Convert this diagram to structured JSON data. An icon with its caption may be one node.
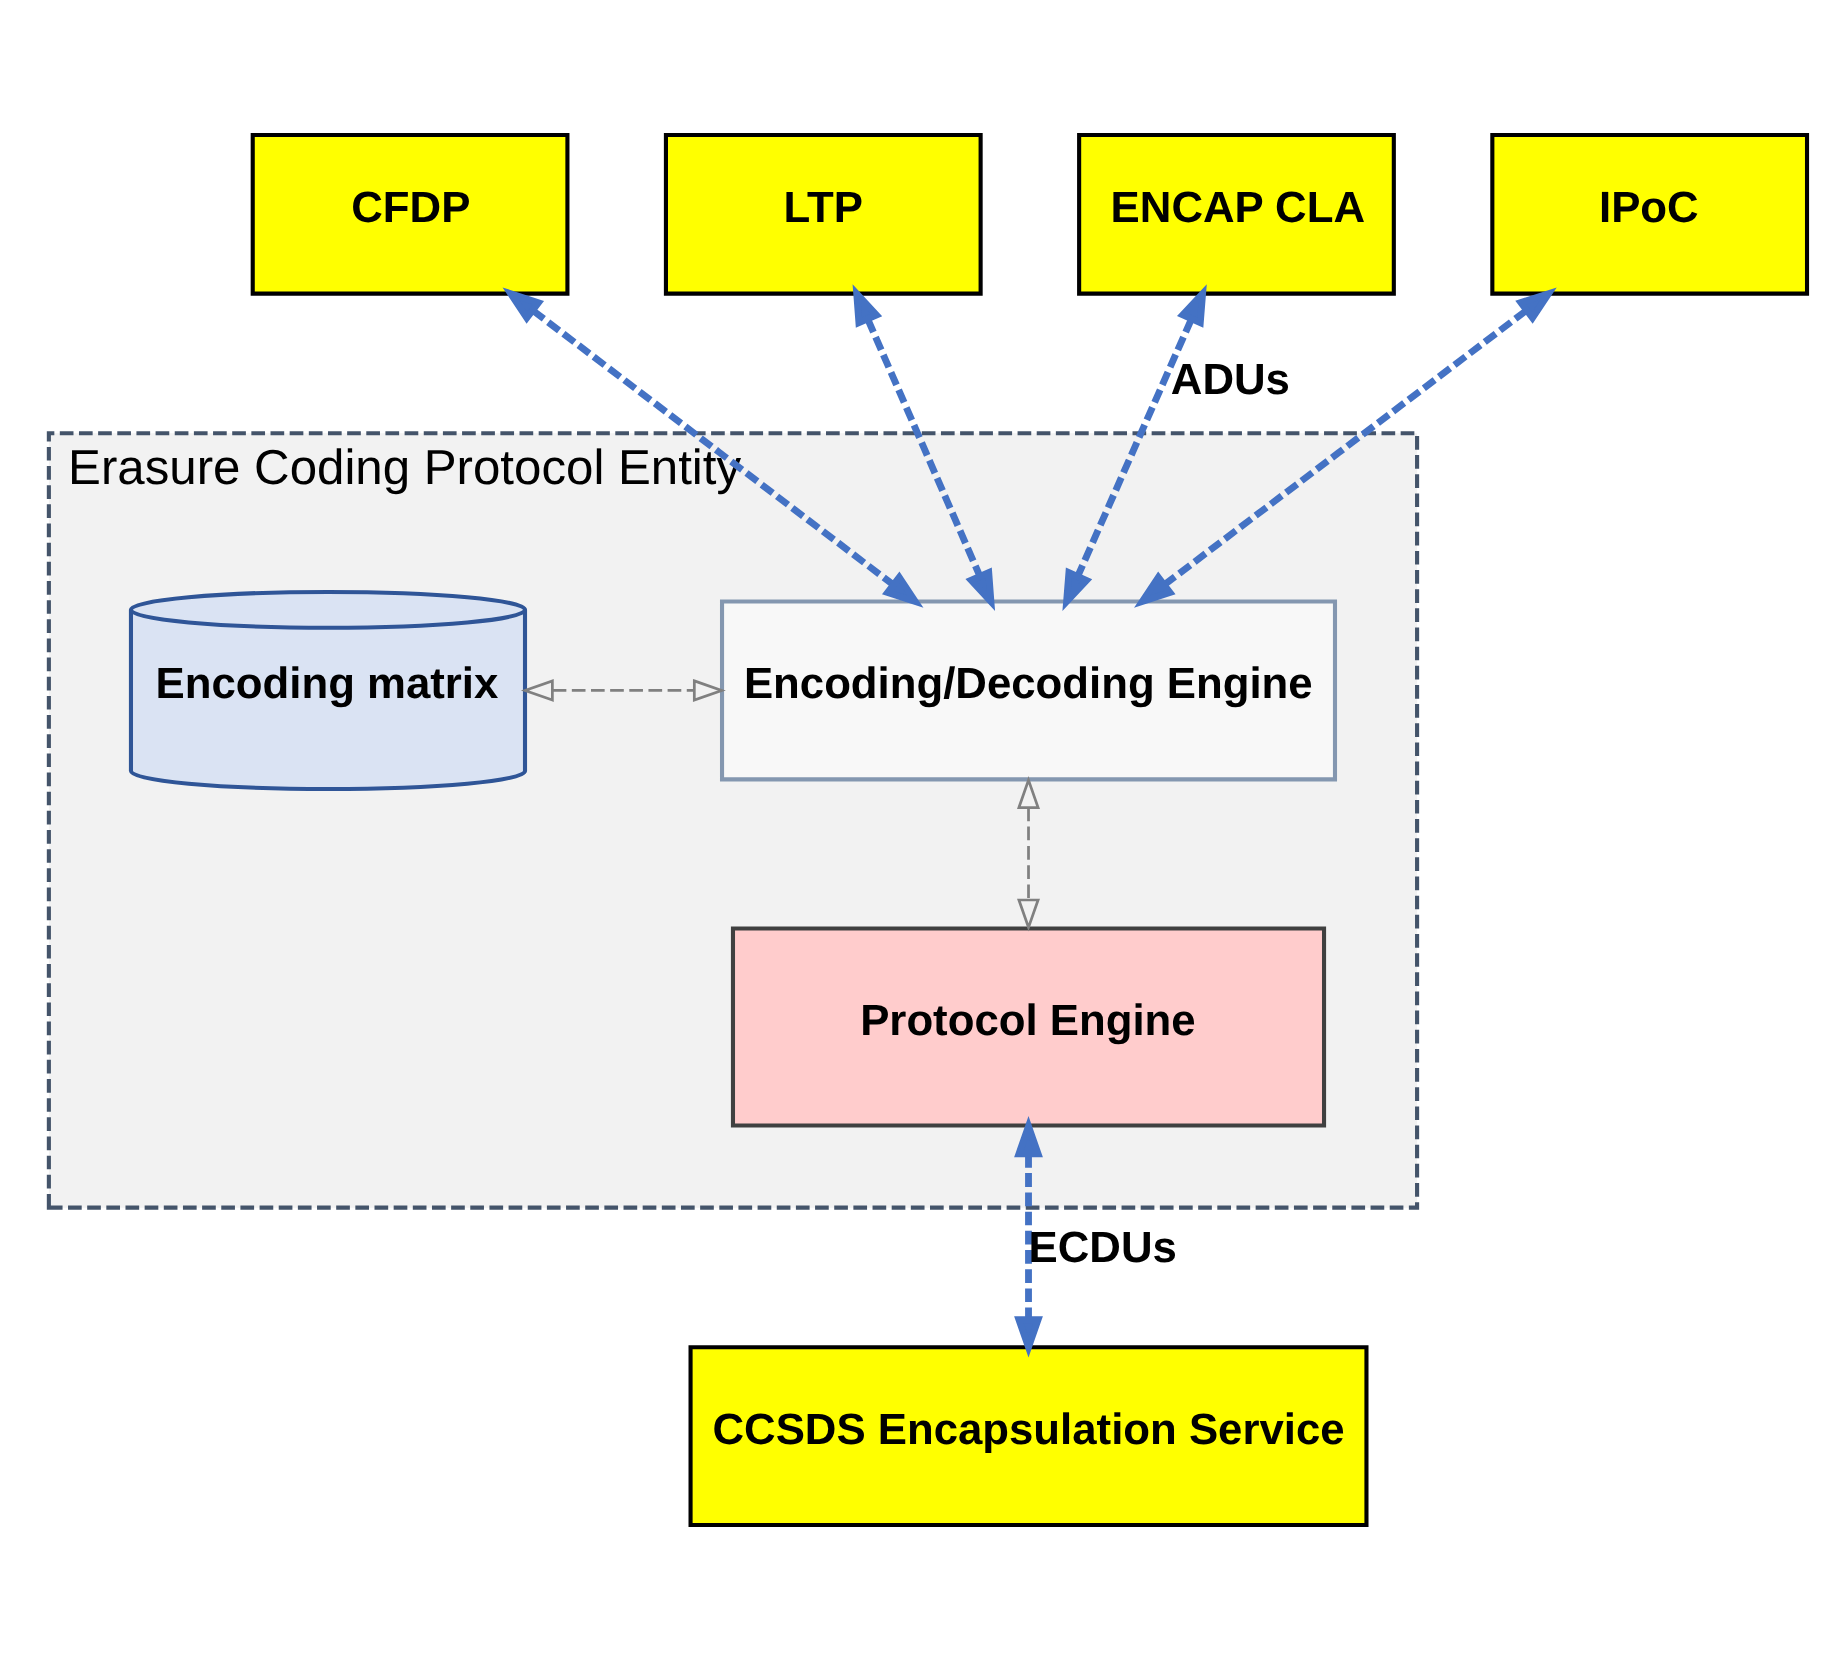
{
  "diagram": {
    "nodes": [
      {
        "text": [
          "CFDP"
        ]
      },
      {
        "text": [
          "LTP"
        ]
      },
      {
        "text": [
          "ENCAP CLA"
        ]
      },
      {
        "text": [
          "IPoC"
        ]
      },
      {
        "text": [
          "Erasure Coding Protocol Entity"
        ]
      },
      {
        "text": [
          "Encoding matrix"
        ],
        "in": 4
      },
      {
        "text": [
          "Encoding/Decoding Engine"
        ],
        "in": 4
      },
      {
        "text": [
          "Protocol Engine"
        ],
        "in": 4
      },
      {
        "text": [
          "CCSDS Encapsulation Service"
        ]
      }
    ],
    "edges": [
      {
        "from": 0,
        "to": 6,
        "arrow": "both",
        "style": "dashed"
      },
      {
        "from": 1,
        "to": 6,
        "arrow": "both",
        "style": "dashed"
      },
      {
        "from": 2,
        "to": 6,
        "arrow": "both",
        "style": "dashed",
        "label": "ADUs"
      },
      {
        "from": 3,
        "to": 6,
        "arrow": "both",
        "style": "dashed"
      },
      {
        "from": 5,
        "to": 6,
        "arrow": "both",
        "style": "dashed",
        "color": "#808080"
      },
      {
        "from": 6,
        "to": 7,
        "arrow": "both",
        "style": "dashed",
        "color": "#808080"
      },
      {
        "from": 7,
        "to": 8,
        "arrow": "both",
        "style": "dashed",
        "label": "ECDUs"
      }
    ]
  }
}
